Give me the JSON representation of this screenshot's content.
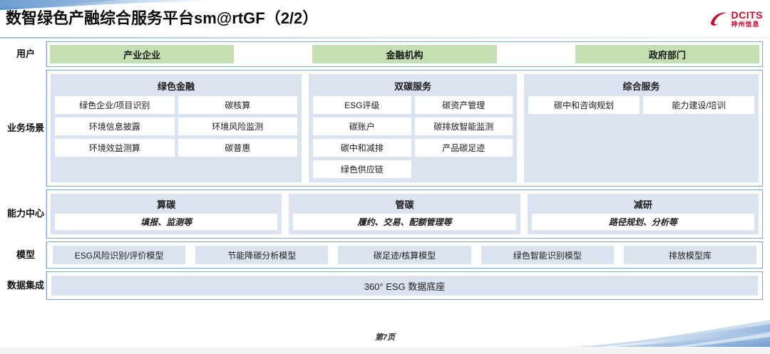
{
  "header": {
    "title": "数智绿色产融综合服务平台sm@rtGF（2/2）",
    "brand_name": "DCITS",
    "brand_sub": "神州信息",
    "brand_color": "#d3072a",
    "logo_icon": "dcits-swirl-icon"
  },
  "colors": {
    "green_chip": "#c5dfb3",
    "panel_blue": "#dce3f0",
    "border_blue": "#7fa9d4"
  },
  "rows": {
    "users": {
      "label": "用户",
      "items": [
        {
          "label": "产业企业"
        },
        {
          "label": "金融机构"
        },
        {
          "label": "政府部门"
        }
      ]
    },
    "scenarios": {
      "label": "业务场景",
      "panels": [
        {
          "title": "绿色金融",
          "tiles": [
            "绿色企业/项目识别",
            "碳核算",
            "环境信息披露",
            "环境风险监测",
            "环境效益测算",
            "碳普惠"
          ]
        },
        {
          "title": "双碳服务",
          "tiles": [
            "ESG评级",
            "碳资产管理",
            "碳账户",
            "碳排放智能监测",
            "碳中和减排",
            "产品碳足迹",
            "绿色供应链"
          ]
        },
        {
          "title": "综合服务",
          "tiles": [
            "碳中和咨询规划",
            "能力建设/培训"
          ]
        }
      ]
    },
    "capability": {
      "label": "能力中心",
      "panels": [
        {
          "title": "算碳",
          "subtitle": "填报、监测等"
        },
        {
          "title": "管碳",
          "subtitle": "履约、交易、配额管理等"
        },
        {
          "title": "减研",
          "subtitle": "路径规划、分析等"
        }
      ]
    },
    "model": {
      "label": "模型",
      "items": [
        "ESG风险识别/评价模型",
        "节能降碳分析模型",
        "碳足迹/核算模型",
        "绿色智能识别模型",
        "排放模型库"
      ]
    },
    "data": {
      "label": "数据集成",
      "band": "360° ESG 数据底座"
    }
  },
  "footer": {
    "page_number": "第7页"
  }
}
